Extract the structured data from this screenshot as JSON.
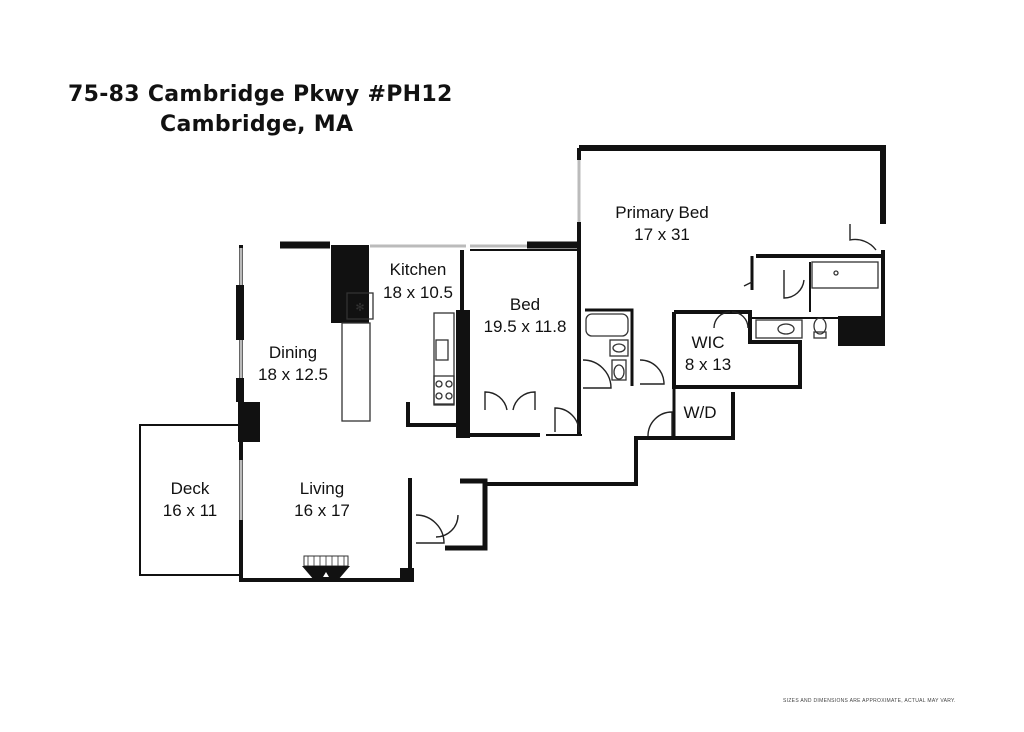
{
  "header": {
    "address_line1": "75-83 Cambridge Pkwy #PH12",
    "address_line2": "Cambridge, MA"
  },
  "rooms": {
    "primary_bed": {
      "name": "Primary Bed",
      "dims": "17 x 31"
    },
    "kitchen": {
      "name": "Kitchen",
      "dims": "18 x 10.5"
    },
    "bed": {
      "name": "Bed",
      "dims": "19.5 x 11.8"
    },
    "dining": {
      "name": "Dining",
      "dims": "18 x 12.5"
    },
    "wic": {
      "name": "WIC",
      "dims": "8 x 13"
    },
    "wd": {
      "name": "W/D"
    },
    "deck": {
      "name": "Deck",
      "dims": "16 x 11"
    },
    "living": {
      "name": "Living",
      "dims": "16 x 17"
    }
  },
  "footer": {
    "disclaimer": "SIZES AND DIMENSIONS ARE APPROXIMATE, ACTUAL MAY VARY."
  },
  "colors": {
    "wall": "#111111",
    "window": "#bbbbbb",
    "fixture": "#333333"
  }
}
